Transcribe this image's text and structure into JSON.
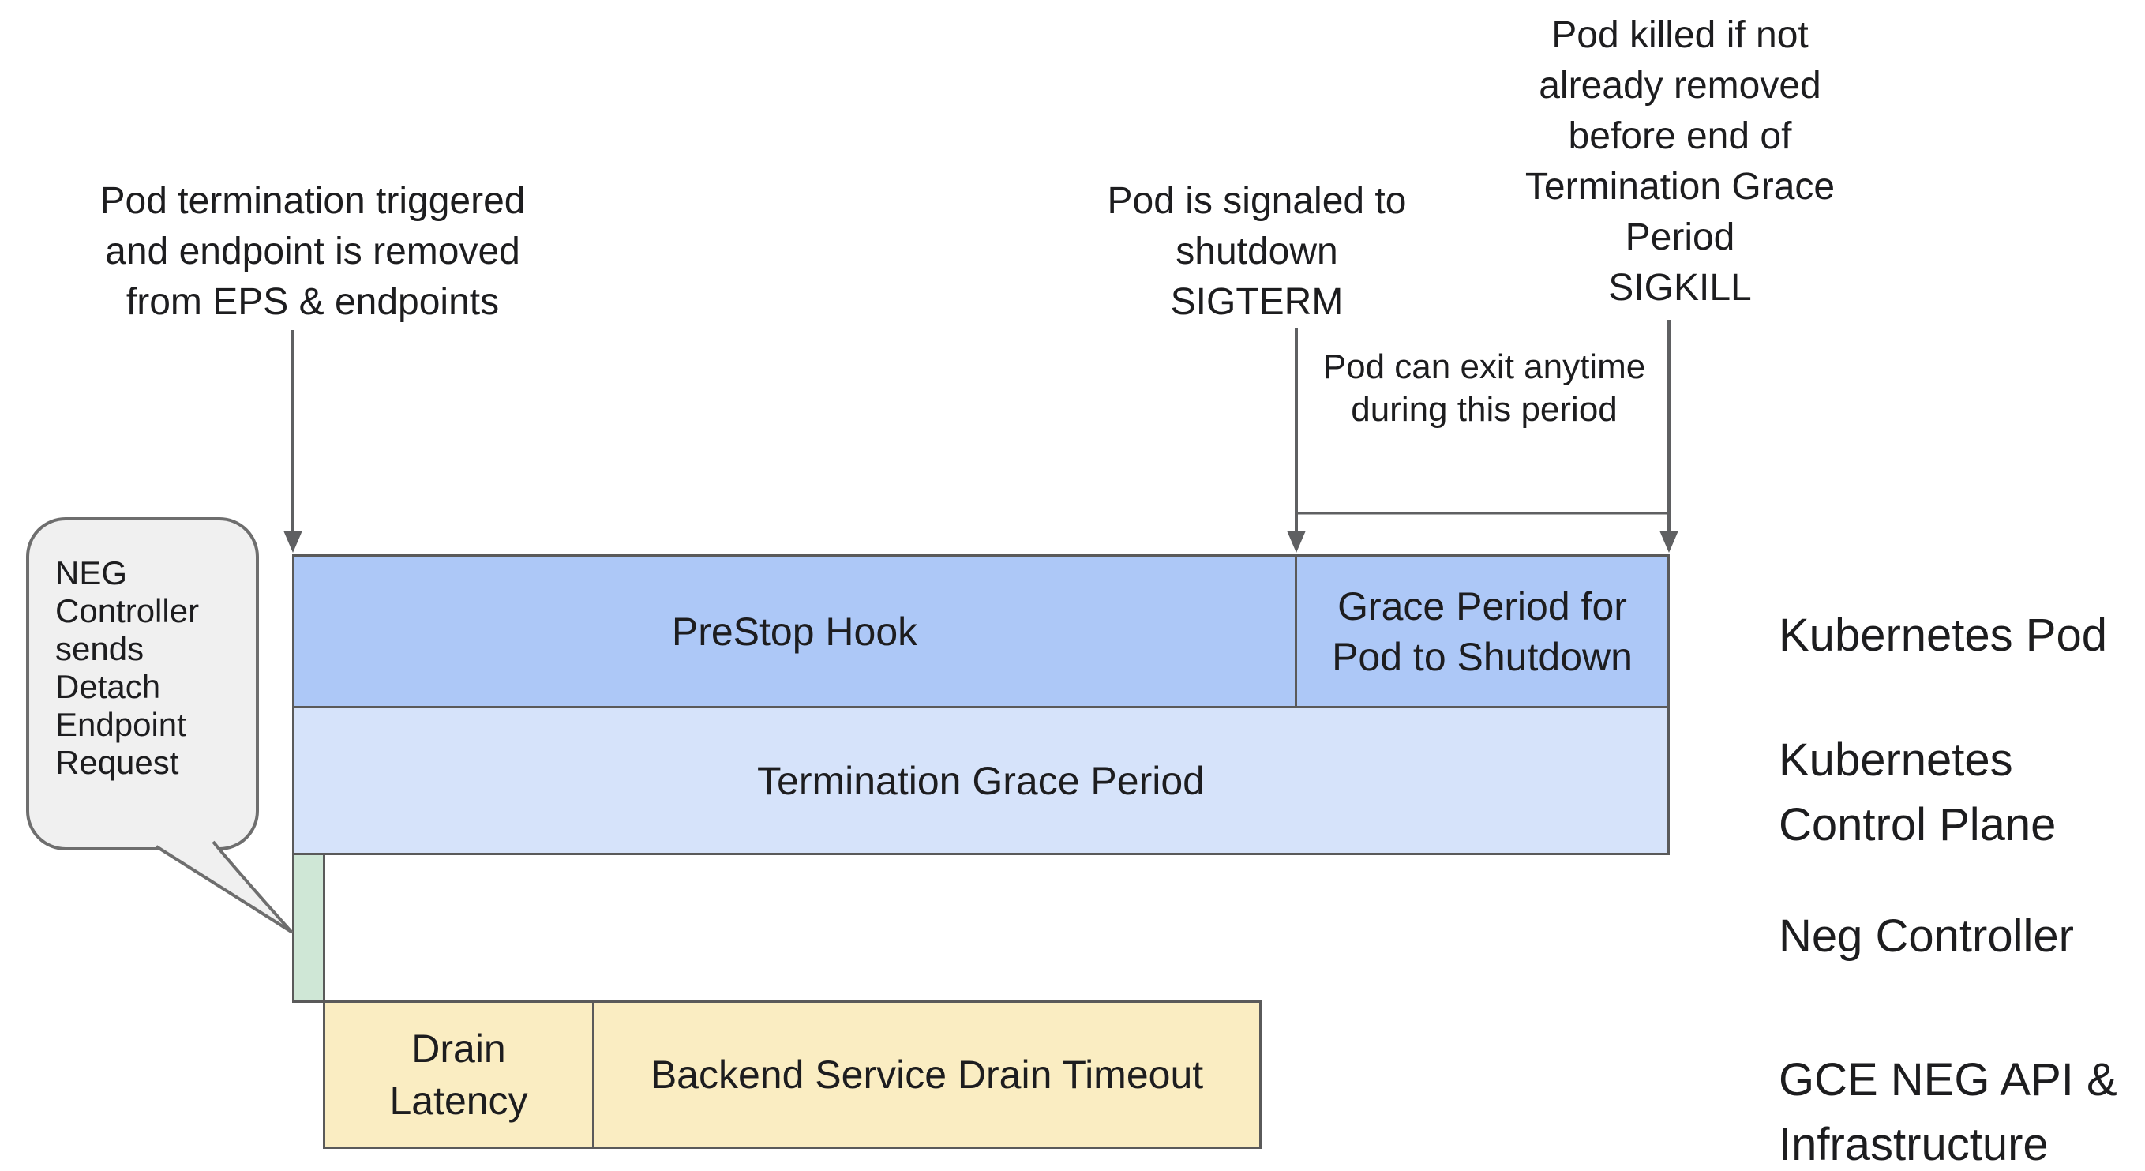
{
  "colors": {
    "background": "#ffffff",
    "bar_blue": "#adc8f7",
    "bar_light_blue": "#d6e3fa",
    "bar_green": "#cfe7d6",
    "bar_yellow": "#faedc2",
    "bar_border": "#5a5a5a",
    "arrow_gray": "#5f6062",
    "bubble_fill": "#f0f0f0",
    "bubble_border": "#6e6e6e",
    "text_black": "#1d1d1f"
  },
  "annotations": {
    "endpoint_removed": {
      "lines": [
        "Pod termination triggered",
        "and endpoint is removed",
        "from EPS & endpoints"
      ]
    },
    "sigterm": {
      "lines": [
        "Pod is signaled to",
        "shutdown",
        "SIGTERM"
      ]
    },
    "sigkill": {
      "lines": [
        "Pod killed if not",
        "already removed",
        "before end of",
        "Termination Grace",
        "Period",
        "SIGKILL"
      ]
    },
    "exit_anytime": {
      "lines": [
        "Pod can exit anytime",
        "during this period"
      ]
    }
  },
  "speech_bubble": {
    "lines": [
      "NEG",
      "Controller",
      "sends",
      "Detach",
      "Endpoint",
      "Request"
    ]
  },
  "timeline_bars": {
    "prestop_hook": {
      "label": "PreStop Hook"
    },
    "grace_period": {
      "lines": [
        "Grace Period for",
        "Pod to Shutdown"
      ]
    },
    "termination_grace": {
      "label": "Termination Grace Period"
    },
    "neg_detach": {
      "label": ""
    },
    "drain_latency": {
      "lines": [
        "Drain",
        "Latency"
      ]
    },
    "backend_drain": {
      "label": "Backend Service Drain Timeout"
    }
  },
  "lane_labels": {
    "kubernetes_pod": {
      "lines": [
        "Kubernetes Pod"
      ]
    },
    "control_plane": {
      "lines": [
        "Kubernetes",
        "Control Plane"
      ]
    },
    "neg_controller": {
      "lines": [
        "Neg Controller"
      ]
    },
    "gce_neg": {
      "lines": [
        "GCE NEG API &",
        "Infrastructure"
      ]
    }
  }
}
